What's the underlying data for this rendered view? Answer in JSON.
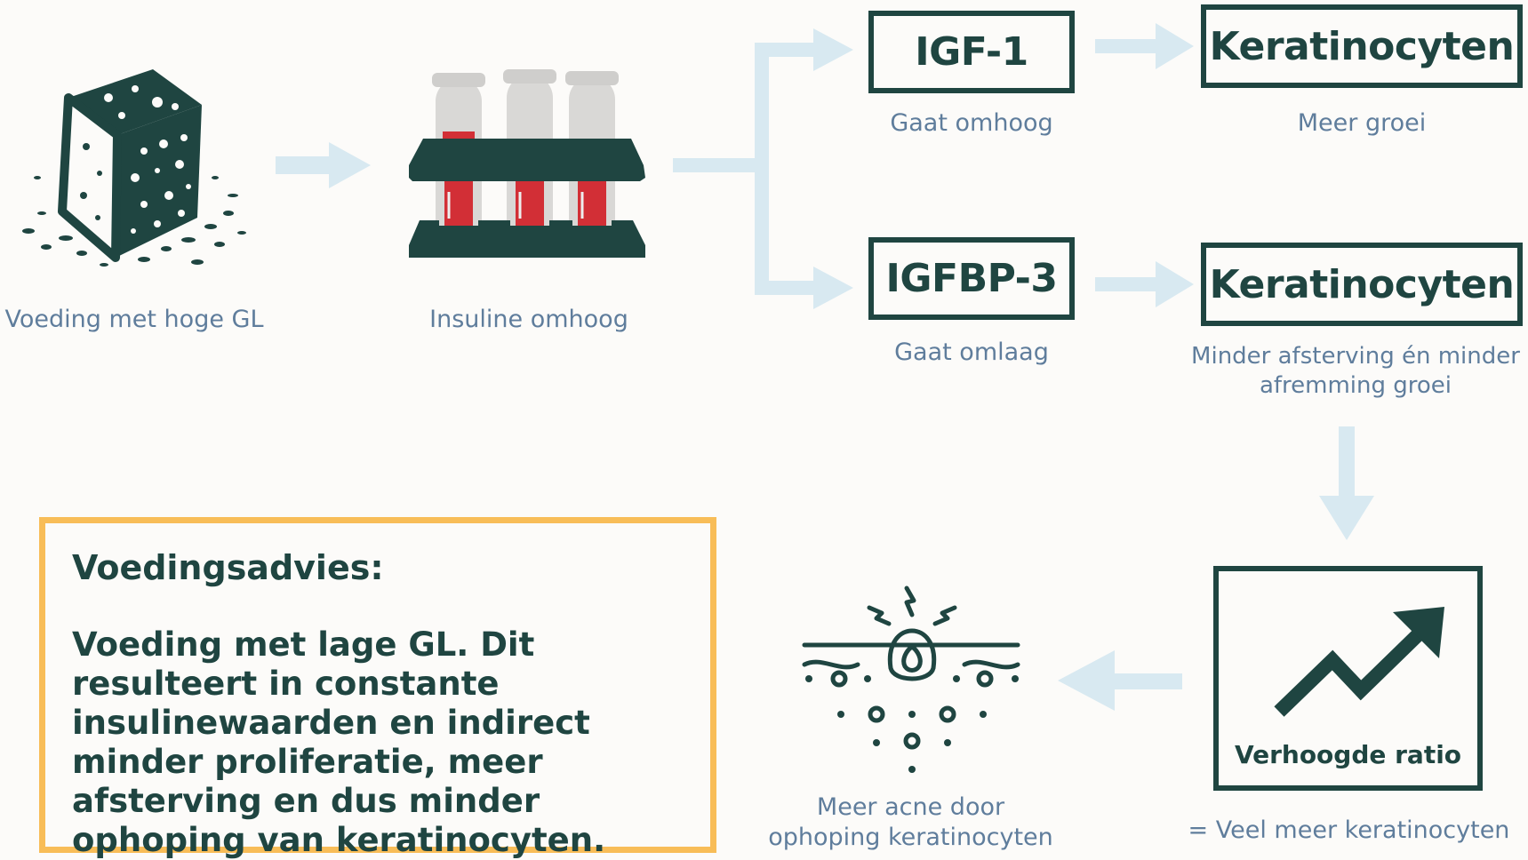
{
  "sugar_caption": "Voeding met hoge GL",
  "insulin_caption": "Insuline omhoog",
  "igf1": {
    "label": "IGF-1",
    "caption": "Gaat omhoog"
  },
  "igfbp3": {
    "label": "IGFBP-3",
    "caption": "Gaat omlaag"
  },
  "kerat_top": {
    "label": "Keratinocyten",
    "caption": "Meer groei"
  },
  "kerat_bottom": {
    "label": "Keratinocyten",
    "caption_line1": "Minder afsterving én minder",
    "caption_line2": "afremming groei"
  },
  "ratio": {
    "label": "Verhoogde ratio",
    "caption": "= Veel meer keratinocyten"
  },
  "acne": {
    "caption_line1": "Meer acne door",
    "caption_line2": "ophoping keratinocyten"
  },
  "advice": {
    "heading": "Voedingsadvies:",
    "body": "Voeding met lage GL. Dit resulteert in constante insulinewaarden en indirect minder proliferatie, meer afsterving en dus minder ophoping van keratinocyten."
  },
  "colors": {
    "ink": "#1f4541",
    "arrow": "#d8e9f1",
    "caption": "#5f7d9c",
    "advice_border": "#f8bd58",
    "blood": "#d22f36"
  },
  "icons": [
    "sugar-cube-icon",
    "test-tubes-icon",
    "trend-up-icon",
    "acne-pore-icon"
  ]
}
